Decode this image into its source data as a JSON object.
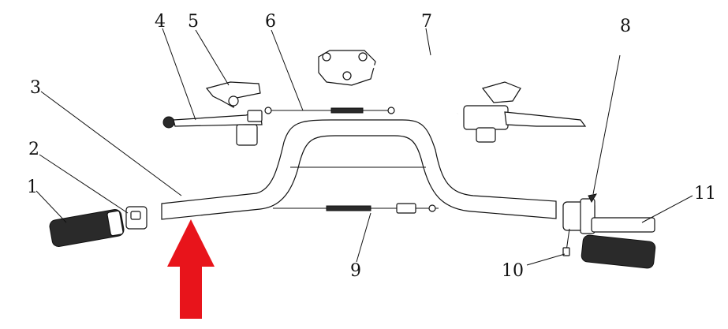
{
  "diagram": {
    "callouts": [
      {
        "id": "c1",
        "label": "1"
      },
      {
        "id": "c2",
        "label": "2"
      },
      {
        "id": "c3",
        "label": "3"
      },
      {
        "id": "c4",
        "label": "4"
      },
      {
        "id": "c5",
        "label": "5"
      },
      {
        "id": "c6",
        "label": "6"
      },
      {
        "id": "c7",
        "label": "7"
      },
      {
        "id": "c8",
        "label": "8"
      },
      {
        "id": "c9",
        "label": "9"
      },
      {
        "id": "c10",
        "label": "10"
      },
      {
        "id": "c11",
        "label": "11"
      }
    ],
    "highlight_arrow": {
      "color": "#e8141b",
      "points_to": "3"
    }
  }
}
